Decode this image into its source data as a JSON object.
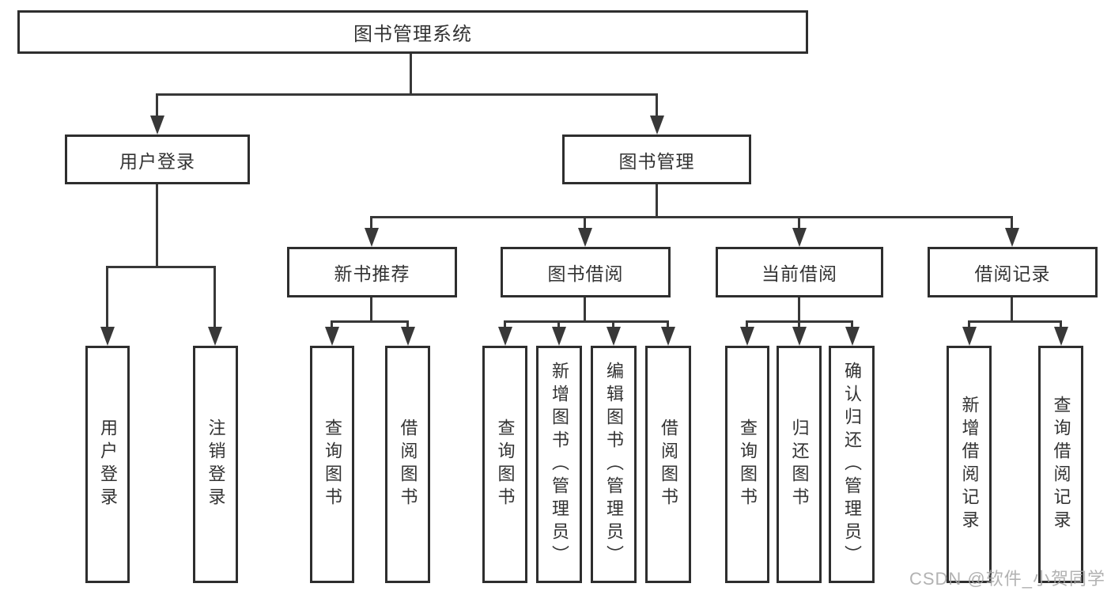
{
  "diagram": {
    "title": "图书管理系统",
    "root": {
      "label": "图书管理系统"
    },
    "branches": [
      {
        "label": "用户登录",
        "children": [
          {
            "label": "用户登录"
          },
          {
            "label": "注销登录"
          }
        ]
      },
      {
        "label": "图书管理",
        "sections": [
          {
            "label": "新书推荐",
            "children": [
              {
                "label": "查询图书"
              },
              {
                "label": "借阅图书"
              }
            ]
          },
          {
            "label": "图书借阅",
            "children": [
              {
                "label": "查询图书"
              },
              {
                "label": "新增图书（管理员）"
              },
              {
                "label": "编辑图书（管理员）"
              },
              {
                "label": "借阅图书"
              }
            ]
          },
          {
            "label": "当前借阅",
            "children": [
              {
                "label": "查询图书"
              },
              {
                "label": "归还图书"
              },
              {
                "label": "确认归还（管理员）"
              }
            ]
          },
          {
            "label": "借阅记录",
            "children": [
              {
                "label": "新增借阅记录"
              },
              {
                "label": "查询借阅记录"
              }
            ]
          }
        ]
      }
    ]
  },
  "watermark": "CSDN @软件_小贺同学",
  "colors": {
    "background": "#ffffff",
    "box_border": "#2e2e2e",
    "connector_line": "#383838",
    "text": "#333333",
    "watermark_text": "#a5a5a5"
  }
}
